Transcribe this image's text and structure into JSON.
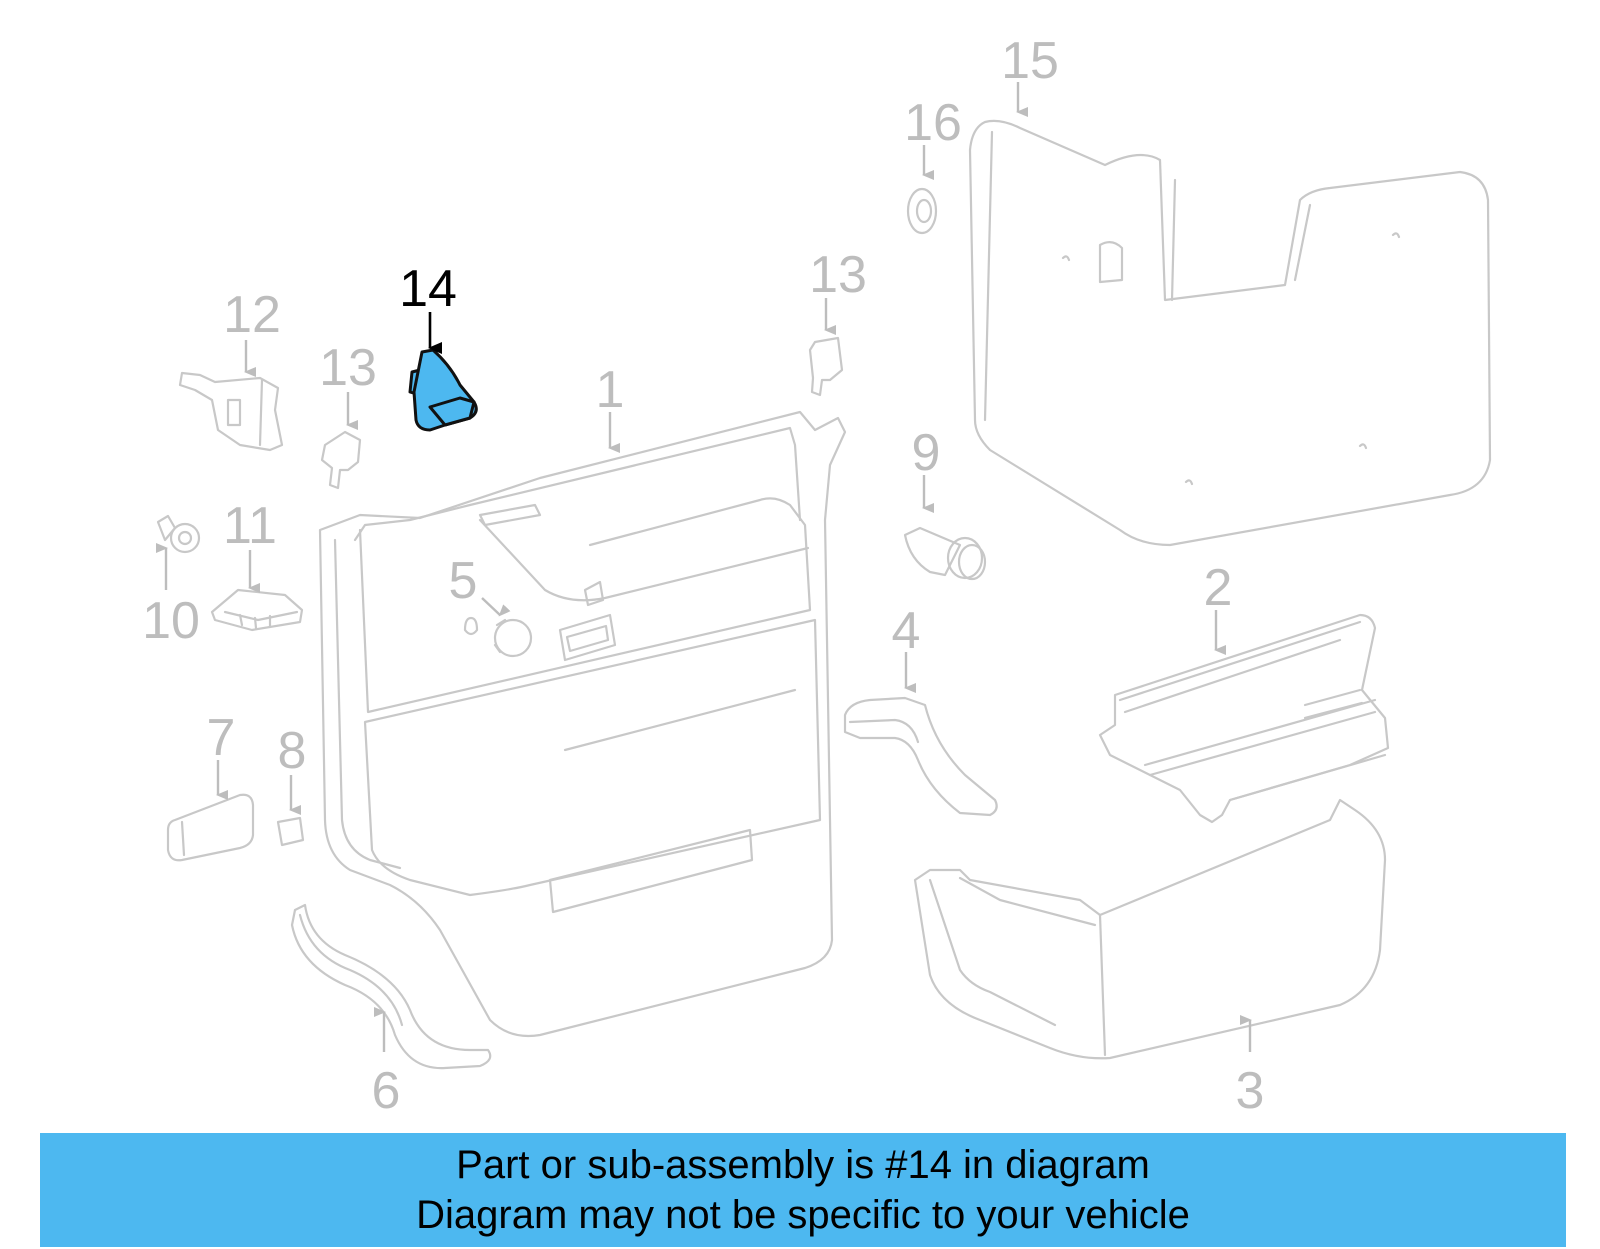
{
  "callouts": {
    "c1": "1",
    "c2": "2",
    "c3": "3",
    "c4": "4",
    "c5": "5",
    "c6": "6",
    "c7": "7",
    "c8": "8",
    "c9": "9",
    "c10": "10",
    "c11": "11",
    "c12": "12",
    "c13a": "13",
    "c13b": "13",
    "c14": "14",
    "c15": "15",
    "c16": "16"
  },
  "highlight": {
    "part_number": "14",
    "color": "#4db8f0"
  },
  "banner": {
    "line1": "Part or sub-assembly is #14 in diagram",
    "line2": "Diagram may not be specific to your vehicle",
    "color": "#4db8f0"
  }
}
